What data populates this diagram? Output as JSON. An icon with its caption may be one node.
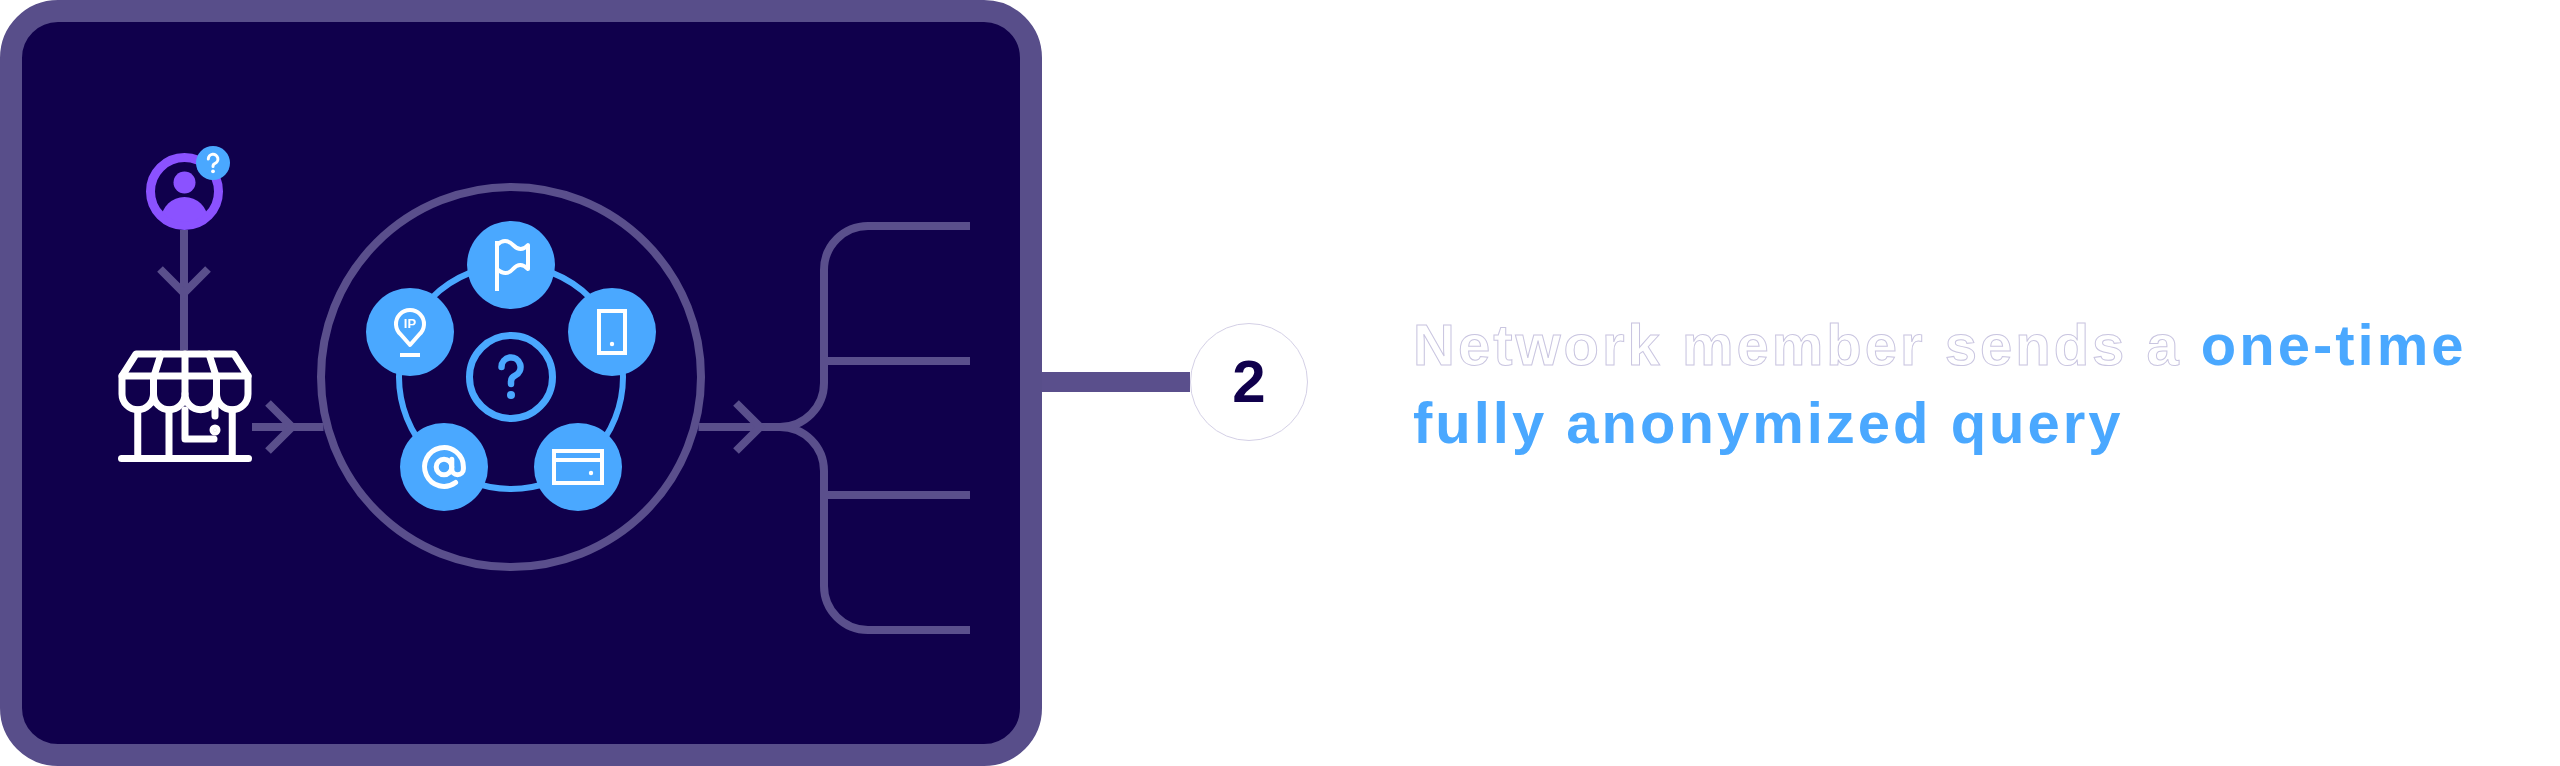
{
  "diagram": {
    "nodes": [
      {
        "text": [],
        "shape": "box"
      },
      {
        "text": [],
        "shape": "person",
        "in": 0
      },
      {
        "text": [],
        "shape": "picture",
        "in": 0
      },
      {
        "text": [],
        "shape": "circle",
        "in": 0
      },
      {
        "text": [
          "2"
        ],
        "beside": [
          "Network member sends a **one-time fully anonymized query**"
        ]
      }
    ],
    "edges": [
      {
        "from": 1,
        "to": 2,
        "arrow": "to"
      },
      {
        "from": 2,
        "to": 3,
        "arrow": "to"
      },
      {
        "from": 3,
        "to": null,
        "arrow": "to"
      },
      {
        "from": 0,
        "to": 4,
        "arrow": "none",
        "style": "thick"
      }
    ],
    "labels": [
      "IP"
    ]
  }
}
